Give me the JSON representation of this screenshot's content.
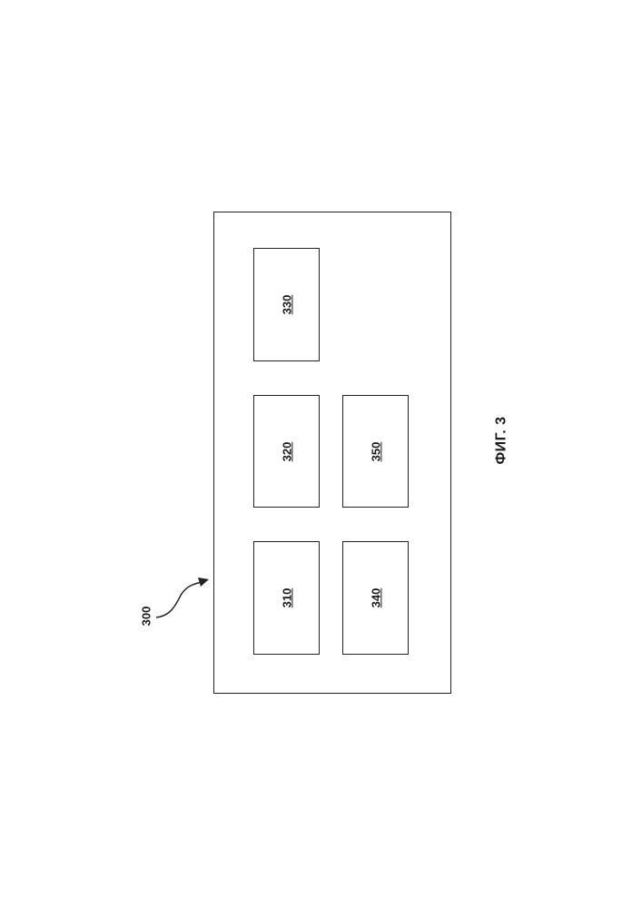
{
  "figure": {
    "reference_label": "300",
    "caption": "ФИГ. 3",
    "blocks": [
      {
        "id": "310",
        "label": "310"
      },
      {
        "id": "320",
        "label": "320"
      },
      {
        "id": "330",
        "label": "330"
      },
      {
        "id": "340",
        "label": "340"
      },
      {
        "id": "350",
        "label": "350"
      }
    ]
  }
}
